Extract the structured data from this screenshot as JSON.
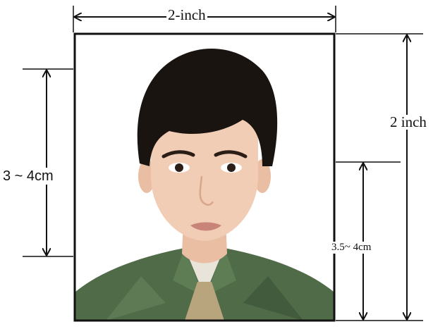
{
  "labels": {
    "photo_width": "2-inch",
    "photo_height": "2 inch",
    "head_height": "3 ~ 4cm",
    "chin_offset": "3.5~ 4cm"
  },
  "colors": {
    "line": "#111111",
    "hair": "#1a1411",
    "skin": "#f2cdb6",
    "jacket": "#4f6b47",
    "tie": "#b9a57d"
  }
}
